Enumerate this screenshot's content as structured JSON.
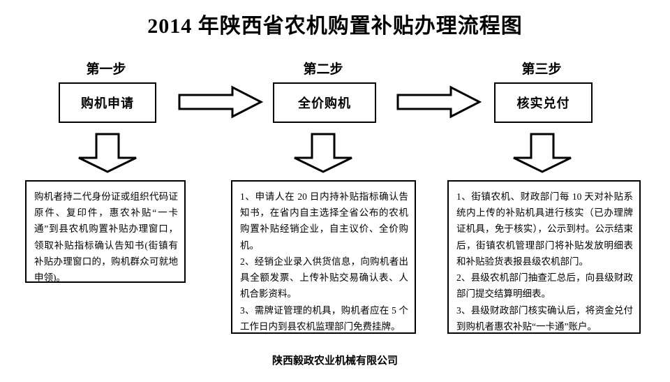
{
  "document": {
    "title": "2014 年陕西省农机购置补贴办理流程图",
    "footer": "陕西毅政农业机械有限公司",
    "line_color": "#000000",
    "background_color": "#ffffff"
  },
  "steps": [
    {
      "caption": "第一步",
      "box_label": "购机申请",
      "detail": "购机者持二代身份证或组织代码证原件、复印件，惠农补贴“一卡通”到县农机购置补贴办理窗口，领取补贴指标确认告知书(街镇有补贴办理窗口的，购机群众可就地申领)。"
    },
    {
      "caption": "第二步",
      "box_label": "全价购机",
      "detail": "1、申请人在 20 日内持补贴指标确认告知书，在省内自主选择全省公布的农机购置补贴经销企业，自主议价、全价购机。\n2、经销企业录入供货信息，向购机者出具全额发票、上传补贴交易确认表、人机合影资料。\n3、需牌证管理的机具，购机者应在 5 个工作日内到县农机监理部门免费挂牌。"
    },
    {
      "caption": "第三步",
      "box_label": "核实兑付",
      "detail": "1、街镇农机、财政部门每 10 天对补贴系统内上传的补贴机具进行核实（已办理牌证机具，免于核实），公示到村。公示结束后，街镇农机管理部门将补贴发放明细表和补贴验货表报县级农机部门。\n2、县级农机部门抽查汇总后，向县级财政部门提交结算明细表。\n3、县级财政部门核实确认后，将资金兑付到购机者惠农补贴“一卡通”账户。"
    }
  ],
  "connectors": {
    "horizontal": [
      "right-arrow-step1-to-step2",
      "right-arrow-step2-to-step3"
    ],
    "vertical": [
      "down-arrow-step1",
      "down-arrow-step2",
      "down-arrow-step3"
    ]
  }
}
